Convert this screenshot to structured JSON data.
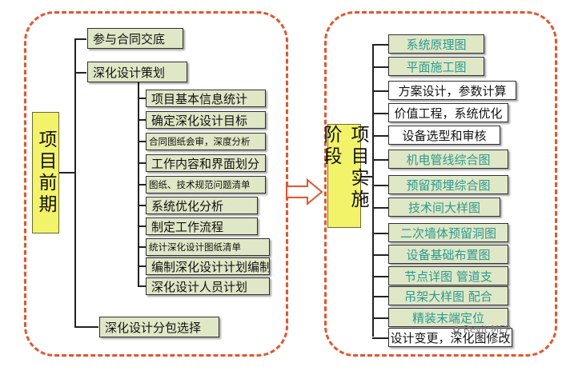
{
  "left": {
    "root_label": "项目前期",
    "top_items": [
      "参与合同交底",
      "深化设计策划"
    ],
    "sub_items": [
      "项目基本信息统计",
      "确定深化设计目标",
      "合同图纸会审，深度分析",
      "工作内容和界面划分",
      "图纸、技术规范问题清单",
      "系统优化分析",
      "制定工作流程",
      "统计深化设计图纸清单",
      "编制深化设计计划编制",
      "深化设计人员计划"
    ],
    "bottom_item": "深化设计分包选择"
  },
  "right": {
    "root_label": "项目实施阶段",
    "items": [
      "系统原理图",
      "平面施工图",
      "方案设计，参数计算",
      "价值工程，系统优化",
      "设备选型和审核",
      "机电管线综合图",
      "预留预埋综合图",
      "技术间大样图",
      "二次墙体预留洞图",
      "设备基础布置图",
      "节点详图 管道支",
      "吊架大样图 配合",
      "精装末端定位",
      "设计变更，深化图修改"
    ]
  },
  "watermark": "Revit MEP",
  "colors": {
    "frame": "#e8542a",
    "root_fill": "#f3f36a",
    "node_fill": "#dfe7c6",
    "teal_text": "#2b9a91"
  }
}
